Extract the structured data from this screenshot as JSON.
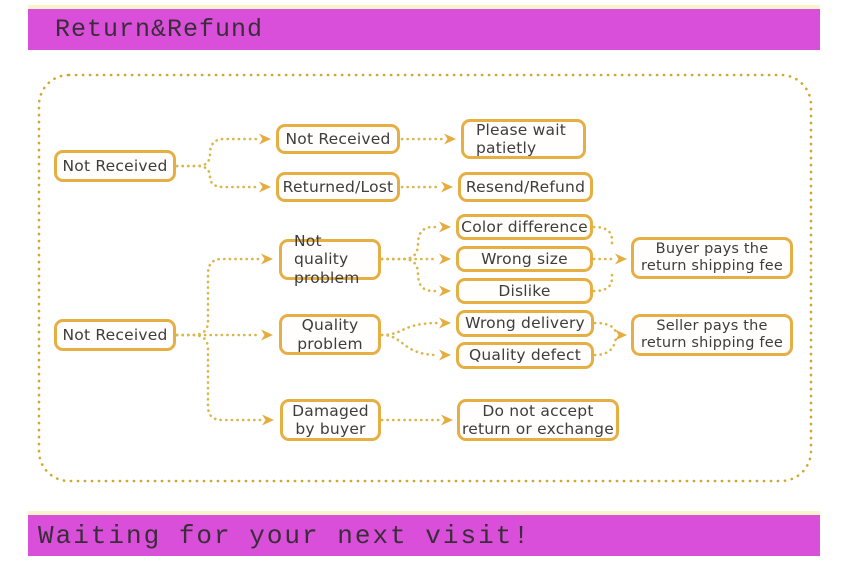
{
  "header": {
    "title": "Return&Refund"
  },
  "footer": {
    "message": "Waiting for your next visit!"
  },
  "colors": {
    "bar_background": "#d94fd9",
    "bar_trim": "#f7f3cb",
    "bar_text": "#3a2d3a",
    "box_border": "#e5af44",
    "connector": "#d9b74a",
    "arrow": "#e5ad3f",
    "node_text": "#3d3d3d"
  },
  "flowchart": {
    "nodes": [
      {
        "id": "not-received-1",
        "label": "Not Received"
      },
      {
        "id": "not-received-2",
        "label": "Not Received"
      },
      {
        "id": "returned-lost",
        "label": "Returned/Lost"
      },
      {
        "id": "please-wait",
        "label": "Please wait\npatietly"
      },
      {
        "id": "resend-refund",
        "label": "Resend/Refund"
      },
      {
        "id": "not-quality-problem",
        "label": "Not quality\nproblem"
      },
      {
        "id": "color-difference",
        "label": "Color difference"
      },
      {
        "id": "wrong-size",
        "label": "Wrong size"
      },
      {
        "id": "dislike",
        "label": "Dislike"
      },
      {
        "id": "buyer-pays",
        "label": "Buyer pays the\nreturn shipping fee"
      },
      {
        "id": "not-received-3",
        "label": "Not Received"
      },
      {
        "id": "quality-problem",
        "label": "Quality\nproblem"
      },
      {
        "id": "wrong-delivery",
        "label": "Wrong delivery"
      },
      {
        "id": "quality-defect",
        "label": "Quality defect"
      },
      {
        "id": "seller-pays",
        "label": "Seller pays the\nreturn shipping fee"
      },
      {
        "id": "damaged-by-buyer",
        "label": "Damaged\nby buyer"
      },
      {
        "id": "do-not-accept",
        "label": "Do not accept\nreturn or exchange"
      }
    ],
    "edges": [
      {
        "from": "not-received-1",
        "to": "not-received-2"
      },
      {
        "from": "not-received-1",
        "to": "returned-lost"
      },
      {
        "from": "not-received-2",
        "to": "please-wait"
      },
      {
        "from": "returned-lost",
        "to": "resend-refund"
      },
      {
        "from": "not-received-3",
        "to": "not-quality-problem"
      },
      {
        "from": "not-received-3",
        "to": "quality-problem"
      },
      {
        "from": "not-received-3",
        "to": "damaged-by-buyer"
      },
      {
        "from": "not-quality-problem",
        "to": "color-difference"
      },
      {
        "from": "not-quality-problem",
        "to": "wrong-size"
      },
      {
        "from": "not-quality-problem",
        "to": "dislike"
      },
      {
        "from": "color-difference",
        "to": "buyer-pays"
      },
      {
        "from": "wrong-size",
        "to": "buyer-pays"
      },
      {
        "from": "dislike",
        "to": "buyer-pays"
      },
      {
        "from": "quality-problem",
        "to": "wrong-delivery"
      },
      {
        "from": "quality-problem",
        "to": "quality-defect"
      },
      {
        "from": "wrong-delivery",
        "to": "seller-pays"
      },
      {
        "from": "quality-defect",
        "to": "seller-pays"
      },
      {
        "from": "damaged-by-buyer",
        "to": "do-not-accept"
      }
    ]
  }
}
